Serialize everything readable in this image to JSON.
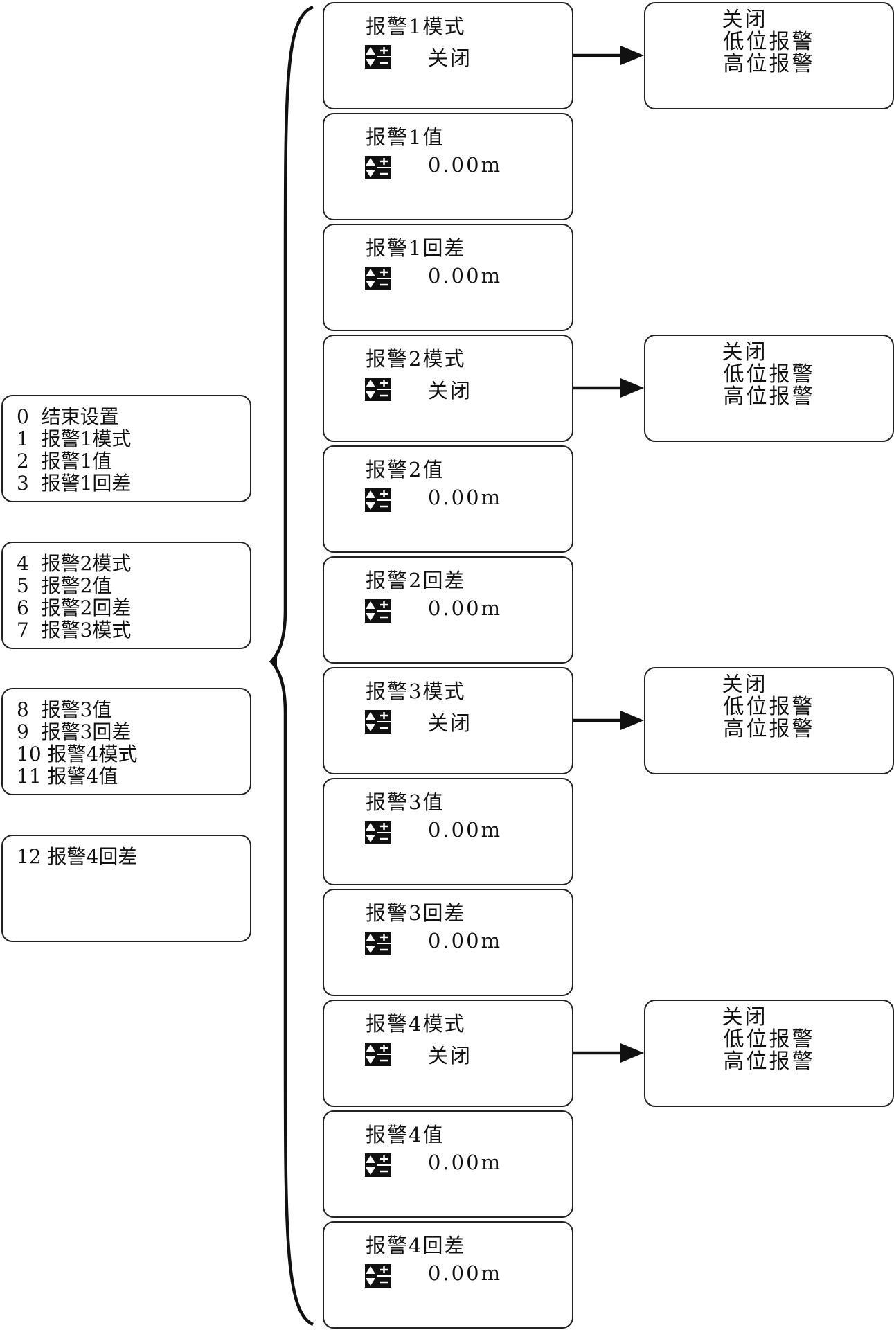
{
  "menu_groups": [
    {
      "lines": [
        "0  结束设置",
        "1  报警1模式",
        "2  报警1值",
        "3  报警1回差"
      ]
    },
    {
      "lines": [
        "4  报警2模式",
        "5  报警2值",
        "6  报警2回差",
        "7  报警3模式"
      ]
    },
    {
      "lines": [
        "8  报警3值",
        "9  报警3回差",
        "10 报警4模式",
        "11 报警4值"
      ]
    },
    {
      "lines": [
        "12 报警4回差"
      ]
    }
  ],
  "screens": [
    {
      "title": "报警1模式",
      "value": "关闭",
      "icon": "up-down-adjust-icon"
    },
    {
      "title": "报警1值",
      "value": "0.00m",
      "icon": "up-down-adjust-icon"
    },
    {
      "title": "报警1回差",
      "value": "0.00m",
      "icon": "up-down-adjust-icon"
    },
    {
      "title": "报警2模式",
      "value": "关闭",
      "icon": "up-down-adjust-icon"
    },
    {
      "title": "报警2值",
      "value": "0.00m",
      "icon": "up-down-adjust-icon"
    },
    {
      "title": "报警2回差",
      "value": "0.00m",
      "icon": "up-down-adjust-icon"
    },
    {
      "title": "报警3模式",
      "value": "关闭",
      "icon": "up-down-adjust-icon"
    },
    {
      "title": "报警3值",
      "value": "0.00m",
      "icon": "up-down-adjust-icon"
    },
    {
      "title": "报警3回差",
      "value": "0.00m",
      "icon": "up-down-adjust-icon"
    },
    {
      "title": "报警4模式",
      "value": "关闭",
      "icon": "up-down-adjust-icon"
    },
    {
      "title": "报警4值",
      "value": "0.00m",
      "icon": "up-down-adjust-icon"
    },
    {
      "title": "报警4回差",
      "value": "0.00m",
      "icon": "up-down-adjust-icon"
    }
  ],
  "mode_options": [
    {
      "lines": [
        "关闭",
        "低位报警",
        "高位报警"
      ]
    },
    {
      "lines": [
        "关闭",
        "低位报警",
        "高位报警"
      ]
    },
    {
      "lines": [
        "关闭",
        "低位报警",
        "高位报警"
      ]
    },
    {
      "lines": [
        "关闭",
        "低位报警",
        "高位报警"
      ]
    }
  ],
  "colors": {
    "line": "#111111",
    "background": "#ffffff"
  }
}
